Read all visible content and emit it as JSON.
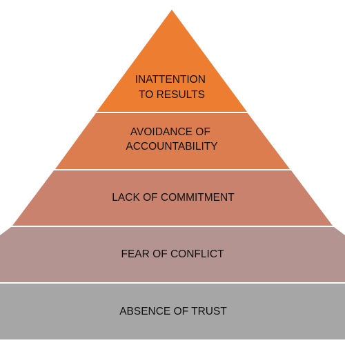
{
  "diagram": {
    "type": "pyramid",
    "tiers": [
      {
        "lines": [
          "INATTENTION",
          "TO RESULTS"
        ],
        "color": "#ed7d31"
      },
      {
        "lines": [
          "AVOIDANCE OF",
          "ACCOUNTABILITY"
        ],
        "color": "#dc7d4f"
      },
      {
        "lines": [
          "LACK OF COMMITMENT"
        ],
        "color": "#c8826d"
      },
      {
        "lines": [
          "FEAR OF CONFLICT"
        ],
        "color": "#b39490"
      },
      {
        "lines": [
          "ABSENCE OF TRUST"
        ],
        "color": "#a6a6a6"
      }
    ]
  }
}
